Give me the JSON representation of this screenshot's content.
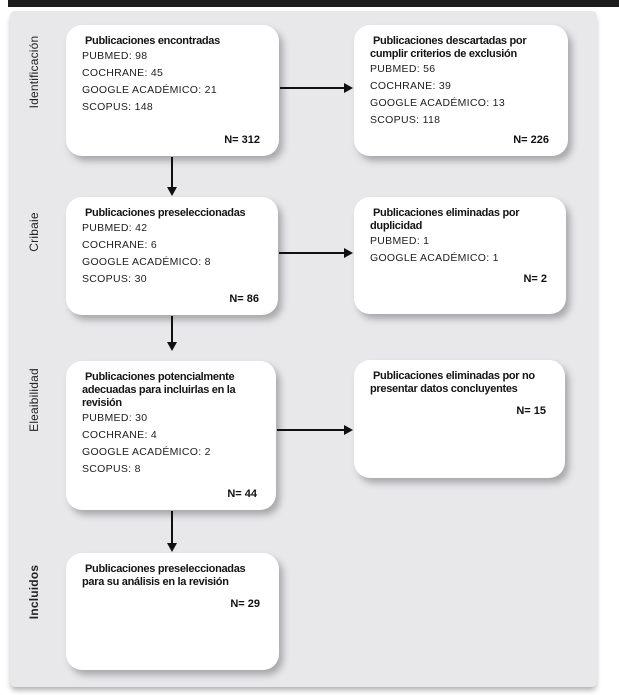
{
  "colors": {
    "top_bar": "#1c1c1c",
    "panel_bg": "#e8e8ea",
    "box_bg": "#ffffff",
    "arrow": "#101010",
    "text": "#1a1a1a"
  },
  "stages": [
    {
      "label": "Identificación"
    },
    {
      "label": "Cribaie"
    },
    {
      "label": "Eleaibilidad"
    },
    {
      "label": "Incluidos"
    }
  ],
  "boxes": [
    {
      "title": "Publicaciones encontradas",
      "items": [
        "PUBMED: 98",
        "COCHRANE: 45",
        "GOOGLE ACADÉMICO: 21",
        "SCOPUS: 148"
      ],
      "total": "N= 312"
    },
    {
      "title": "Publicaciones descartadas por cumplir criterios de exclusión",
      "items": [
        "PUBMED: 56",
        "COCHRANE: 39",
        "GOOGLE ACADÉMICO: 13",
        "SCOPUS: 118"
      ],
      "total": "N= 226"
    },
    {
      "title": "Publicaciones preseleccionadas",
      "items": [
        "PUBMED: 42",
        "COCHRANE: 6",
        "GOOGLE ACADÉMICO: 8",
        "SCOPUS: 30"
      ],
      "total": "N= 86"
    },
    {
      "title": "Publicaciones eliminadas por duplicidad",
      "items": [
        "PUBMED: 1",
        "GOOGLE ACADÉMICO: 1"
      ],
      "total": "N= 2"
    },
    {
      "title": "Publicaciones potencialmente adecuadas para incluirlas en la revisión",
      "items": [
        "PUBMED: 30",
        "COCHRANE: 4",
        "GOOGLE ACADÉMICO: 2",
        "SCOPUS: 8"
      ],
      "total": "N= 44"
    },
    {
      "title": "Publicaciones eliminadas por no presentar datos concluyentes",
      "items": [],
      "total": "N= 15"
    },
    {
      "title": "Publicaciones preseleccionadas para su análisis en la revisión",
      "items": [],
      "total": "N= 29"
    }
  ]
}
